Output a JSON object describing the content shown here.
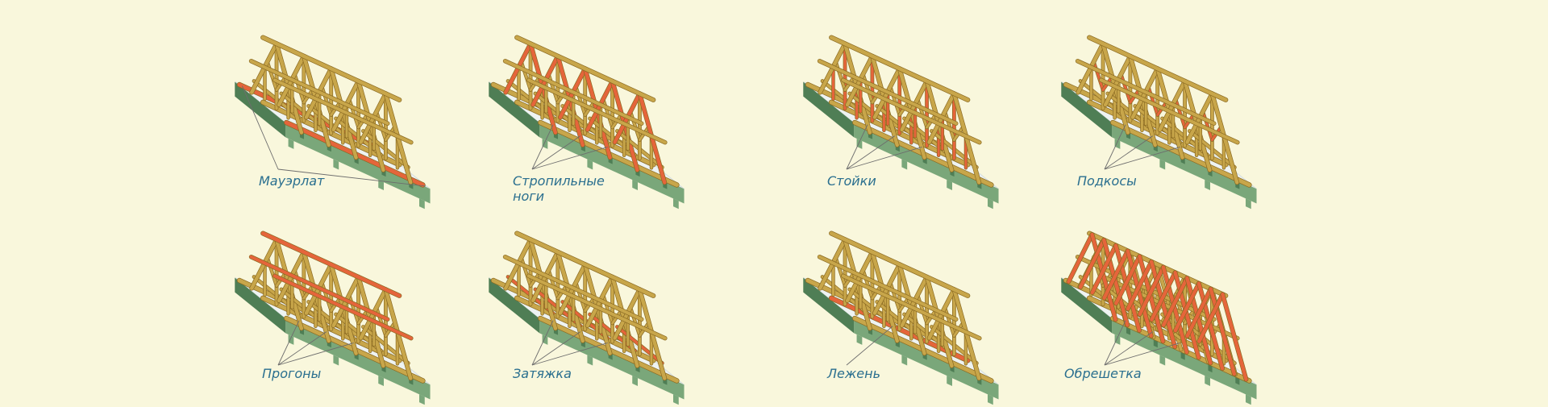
{
  "colors": {
    "background": "#f9f7dc",
    "timber": "#c8a64a",
    "timber_dark": "#8a6a22",
    "highlight": "#e5653b",
    "wall": "#7aa77a",
    "wall_dark": "#4f7e55",
    "attic_floor": "#eef3f2",
    "label": "#2a6f8f"
  },
  "panels": [
    {
      "label": "Мауэрлат",
      "highlight": "mauerlat",
      "icon": "roof-frame-mauerlat-icon"
    },
    {
      "label": "Стропильные\nноги",
      "highlight": "rafters",
      "icon": "roof-frame-rafter-legs-icon"
    },
    {
      "label": "Стойки",
      "highlight": "posts",
      "icon": "roof-frame-posts-icon"
    },
    {
      "label": "Подкосы",
      "highlight": "struts",
      "icon": "roof-frame-struts-icon"
    },
    {
      "label": "Прогоны",
      "highlight": "purlins",
      "icon": "roof-frame-purlins-icon"
    },
    {
      "label": "Затяжка",
      "highlight": "tie",
      "icon": "roof-frame-tie-beam-icon"
    },
    {
      "label": "Лежень",
      "highlight": "sill",
      "icon": "roof-frame-sill-beam-icon"
    },
    {
      "label": "Обрешетка",
      "highlight": "battens",
      "icon": "roof-frame-battens-icon"
    }
  ]
}
